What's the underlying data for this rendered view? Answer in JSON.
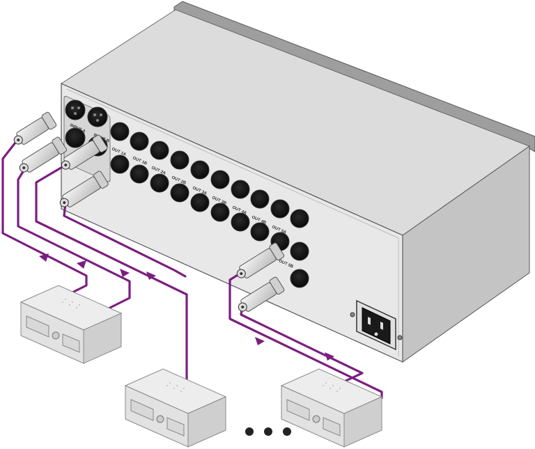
{
  "colors": {
    "cable": "#7b1f7f",
    "chassis_top": "#d9d9d9",
    "chassis_front": "#e6e6e6",
    "chassis_side": "#bdbdbd",
    "panel_stroke": "#555555"
  },
  "unit": {
    "inputs": [
      {
        "label": "INPUT A"
      },
      {
        "label": "INPUT B"
      }
    ],
    "outputs": [
      {
        "label": "OUT 1A"
      },
      {
        "label": "OUT 1B"
      },
      {
        "label": "OUT 2A"
      },
      {
        "label": "OUT 2B"
      },
      {
        "label": "OUT 3A"
      },
      {
        "label": "OUT 3B"
      },
      {
        "label": "OUT 4A"
      },
      {
        "label": "OUT 4B"
      },
      {
        "label": "OUT 5A"
      },
      {
        "label": "OUT 5B"
      }
    ],
    "power_connector_icon": "iec-power-inlet-icon"
  },
  "devices": [
    {
      "icon": "audio-receiver-icon"
    },
    {
      "icon": "audio-receiver-icon"
    },
    {
      "icon": "audio-receiver-icon"
    }
  ],
  "continuation": {
    "icon": "ellipsis-icon",
    "dots": 3
  }
}
